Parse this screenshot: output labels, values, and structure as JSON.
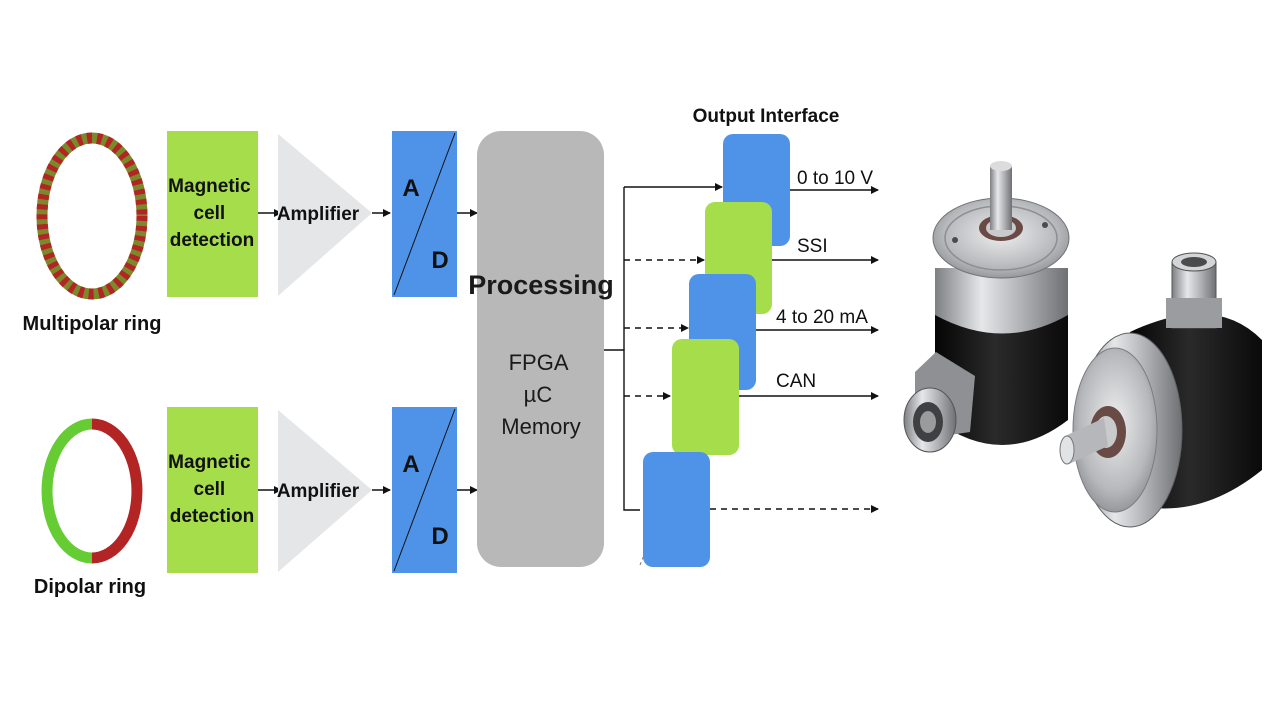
{
  "rings": {
    "multipolar_label": "Multipolar ring",
    "dipolar_label": "Dipolar ring"
  },
  "blocks": {
    "detection_lines": [
      "Magnetic",
      "cell",
      "detection"
    ],
    "amplifier": "Amplifier",
    "adc_a": "A",
    "adc_d": "D",
    "processing": "Processing",
    "processing_sub": [
      "FPGA",
      "µC",
      "Memory"
    ]
  },
  "outputs": {
    "title": "Output Interface",
    "labels": [
      "0 to 10 V",
      "SSI",
      "4 to 20 mA",
      "CAN"
    ]
  },
  "colors": {
    "green": "#a6dd4a",
    "blue": "#4f93e8",
    "gray_block": "#b8b8b8",
    "amp_fill": "#e4e6e8",
    "ring_red": "#b32424",
    "ring_green": "#66cc33",
    "ring_stripe_dark": "#8a6a2a"
  },
  "images": {
    "encoder_1": "rotary-encoder-connector-side",
    "encoder_2": "rotary-encoder-shaft-side"
  }
}
